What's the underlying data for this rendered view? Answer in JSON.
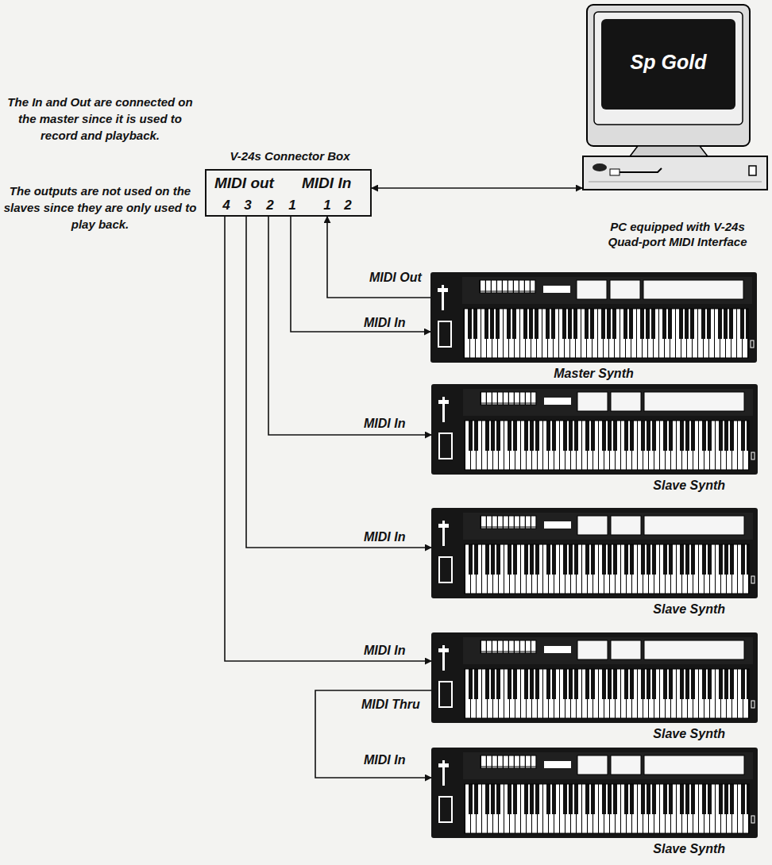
{
  "diagram": {
    "nodes": [
      {
        "text": [
          "V-24s Connector Box",
          "MIDI out",
          "4",
          "3",
          "2",
          "1",
          "MIDI In",
          "1",
          "2"
        ]
      },
      {
        "text": [
          "Sp Gold",
          "PC equipped with V-24s Quad-port MIDI Interface"
        ]
      },
      {
        "text": [
          "Master Synth"
        ]
      },
      {
        "text": [
          "Slave Synth"
        ]
      },
      {
        "text": [
          "Slave Synth"
        ]
      },
      {
        "text": [
          "Slave Synth"
        ]
      },
      {
        "text": [
          "Slave Synth"
        ]
      }
    ],
    "edges": [
      {
        "from": 0,
        "to": 1,
        "arrow": "both"
      },
      {
        "from": 2,
        "to": 0,
        "arrow": "to",
        "label": "MIDI Out"
      },
      {
        "from": 0,
        "to": 2,
        "arrow": "to",
        "label": "MIDI In"
      },
      {
        "from": 0,
        "to": 3,
        "arrow": "to",
        "label": "MIDI In"
      },
      {
        "from": 0,
        "to": 4,
        "arrow": "to",
        "label": "MIDI In"
      },
      {
        "from": 0,
        "to": 5,
        "arrow": "to",
        "label": "MIDI In"
      },
      {
        "from": 5,
        "to": 6,
        "arrow": "to",
        "label": "MIDI Thru"
      }
    ],
    "labels": [
      "The In and Out are connected on the master since it is used to record and playback.",
      "The outputs are not used on the slaves since they are only used to play back.",
      "MIDI In"
    ]
  }
}
